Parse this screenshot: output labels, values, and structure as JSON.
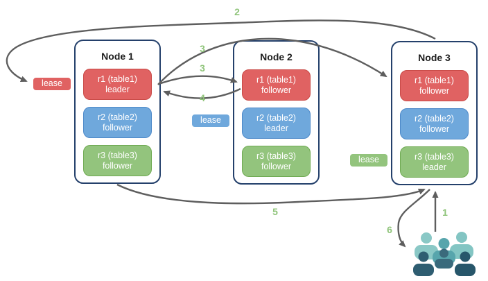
{
  "nodes": [
    {
      "title": "Node 1",
      "replicas": [
        {
          "name": "r1 (table1)",
          "role": "leader",
          "color": "#e06262"
        },
        {
          "name": "r2 (table2)",
          "role": "follower",
          "color": "#6fa8dc"
        },
        {
          "name": "r3 (table3)",
          "role": "follower",
          "color": "#93c47d"
        }
      ]
    },
    {
      "title": "Node 2",
      "replicas": [
        {
          "name": "r1 (table1)",
          "role": "follower",
          "color": "#e06262"
        },
        {
          "name": "r2 (table2)",
          "role": "leader",
          "color": "#6fa8dc"
        },
        {
          "name": "r3 (table3)",
          "role": "follower",
          "color": "#93c47d"
        }
      ]
    },
    {
      "title": "Node 3",
      "replicas": [
        {
          "name": "r1 (table1)",
          "role": "follower",
          "color": "#e06262"
        },
        {
          "name": "r2 (table2)",
          "role": "follower",
          "color": "#6fa8dc"
        },
        {
          "name": "r3 (table3)",
          "role": "leader",
          "color": "#93c47d"
        }
      ]
    }
  ],
  "leases": [
    {
      "label": "lease",
      "color": "#e06262",
      "near": "Node 1 / r1 leader"
    },
    {
      "label": "lease",
      "color": "#6fa8dc",
      "near": "Node 2 / r2 leader"
    },
    {
      "label": "lease",
      "color": "#93c47d",
      "near": "Node 3 / r3 leader"
    }
  ],
  "steps": [
    {
      "num": "2"
    },
    {
      "num": "3"
    },
    {
      "num": "3"
    },
    {
      "num": "4"
    },
    {
      "num": "5"
    },
    {
      "num": "1"
    },
    {
      "num": "6"
    }
  ],
  "edges": [
    {
      "step": "1",
      "from": "users",
      "to": "Node 3 bottom"
    },
    {
      "step": "2",
      "from": "Node 3 top",
      "to": "red lease badge"
    },
    {
      "step": "3",
      "from": "Node 1 r1 leader",
      "to": "Node 2 r1 follower"
    },
    {
      "step": "3",
      "from": "Node 1 r1 leader",
      "to": "Node 3 r1 follower"
    },
    {
      "step": "4",
      "from": "Node 2 r1 follower",
      "to": "Node 1 r1 leader"
    },
    {
      "step": "5",
      "from": "Node 1 bottom",
      "to": "Node 3 bottom"
    },
    {
      "step": "6",
      "from": "Node 3 bottom",
      "to": "users"
    }
  ],
  "icons": {
    "users": "users-group-icon"
  },
  "colors": {
    "replica_red": "#e06262",
    "replica_blue": "#6fa8dc",
    "replica_green": "#93c47d",
    "node_border": "#24406b",
    "arrow": "#5e5e5e",
    "step_number": "#8fc47a",
    "users_light": "#8ac8c6",
    "users_medium": "#57a5ac",
    "users_dark": "#2e5d71"
  }
}
